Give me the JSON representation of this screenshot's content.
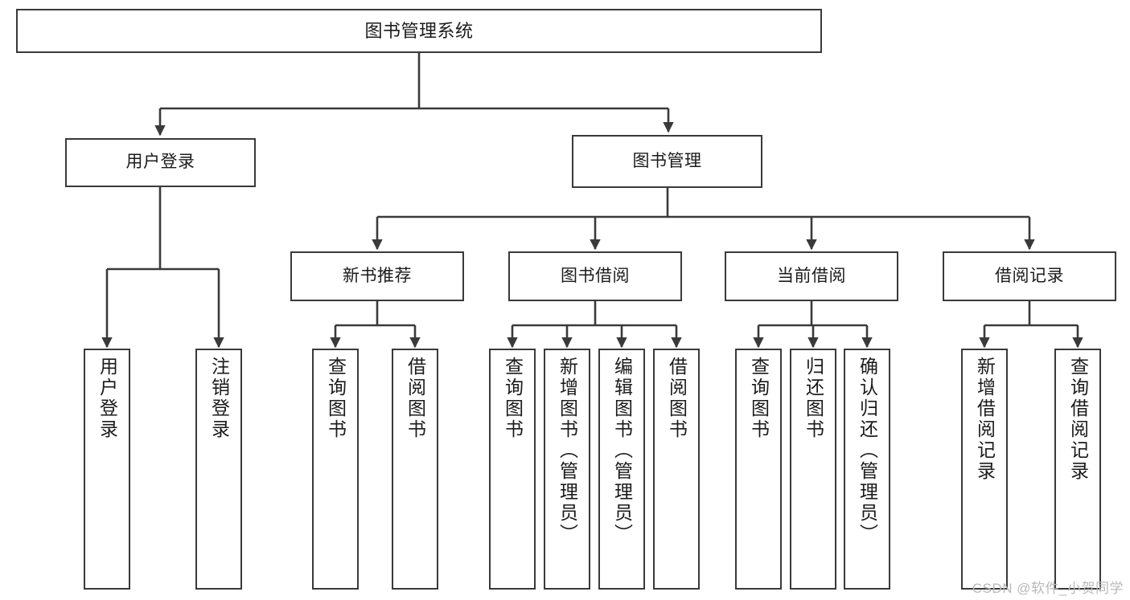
{
  "diagram": {
    "title_node": {
      "label": "图书管理系统"
    },
    "level1": [
      {
        "label": "用户登录"
      },
      {
        "label": "图书管理"
      }
    ],
    "level2": [
      {
        "label": "新书推荐"
      },
      {
        "label": "图书借阅"
      },
      {
        "label": "当前借阅"
      },
      {
        "label": "借阅记录"
      }
    ],
    "leaves": {
      "user_login": [
        {
          "label": "用户登录"
        },
        {
          "label": "注销登录"
        }
      ],
      "new_book_recommend": [
        {
          "label": "查询图书"
        },
        {
          "label": "借阅图书"
        }
      ],
      "book_borrow": [
        {
          "label": "查询图书"
        },
        {
          "label": "新增图书（管理员）"
        },
        {
          "label": "编辑图书（管理员）"
        },
        {
          "label": "借阅图书"
        }
      ],
      "current_borrow": [
        {
          "label": "查询图书"
        },
        {
          "label": "归还图书"
        },
        {
          "label": "确认归还（管理员）"
        }
      ],
      "borrow_record": [
        {
          "label": "新增借阅记录"
        },
        {
          "label": "查询借阅记录"
        }
      ]
    }
  },
  "watermark": {
    "text": "CSDN @软件_小贺同学"
  },
  "colors": {
    "stroke": "#3a3a3a",
    "text": "#1b1b1b",
    "background": "#ffffff",
    "watermark": "#b9b9b9"
  }
}
